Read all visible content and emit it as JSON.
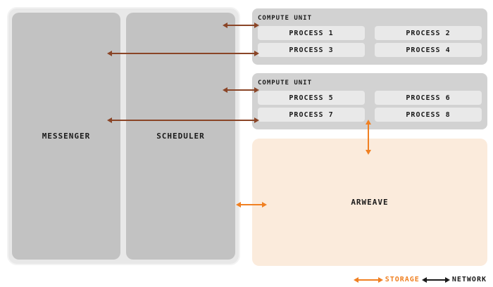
{
  "diagram": {
    "messenger": {
      "label": "MESSENGER"
    },
    "scheduler": {
      "label": "SCHEDULER"
    },
    "compute_units": [
      {
        "label": "COMPUTE UNIT",
        "processes": [
          "PROCESS 1",
          "PROCESS 2",
          "PROCESS 3",
          "PROCESS 4"
        ]
      },
      {
        "label": "COMPUTE UNIT",
        "processes": [
          "PROCESS 5",
          "PROCESS 6",
          "PROCESS 7",
          "PROCESS 8"
        ]
      }
    ],
    "arweave": {
      "label": "ARWEAVE"
    },
    "legend": {
      "storage_label": "STORAGE",
      "network_label": "NETWORK"
    },
    "colors": {
      "storage_orange": "#f08022",
      "network_black": "#1a1a1a",
      "connector_brown": "#8a4527",
      "arweave_fill": "#fbebdc",
      "unit_fill": "#d2d2d2",
      "process_fill": "#e9e9e9",
      "messenger_scheduler_fill": "#c2c2c2",
      "panel_fill": "#e8e8e8"
    }
  }
}
